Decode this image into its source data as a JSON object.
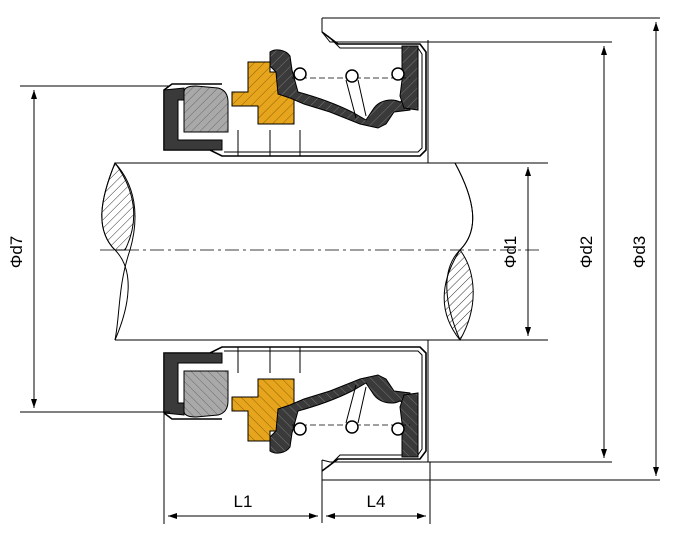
{
  "dimensions": {
    "d7": "Φd7",
    "d1": "Φd1",
    "d2": "Φd2",
    "d3": "Φd3",
    "L1": "L1",
    "L4": "L4"
  },
  "colors": {
    "rubber": "#3a3a3a",
    "seat_ring": "#a9a9a9",
    "carbon_face": "#e6a51c",
    "shaft_fill": "#ffffff",
    "hatch": "#000000"
  }
}
